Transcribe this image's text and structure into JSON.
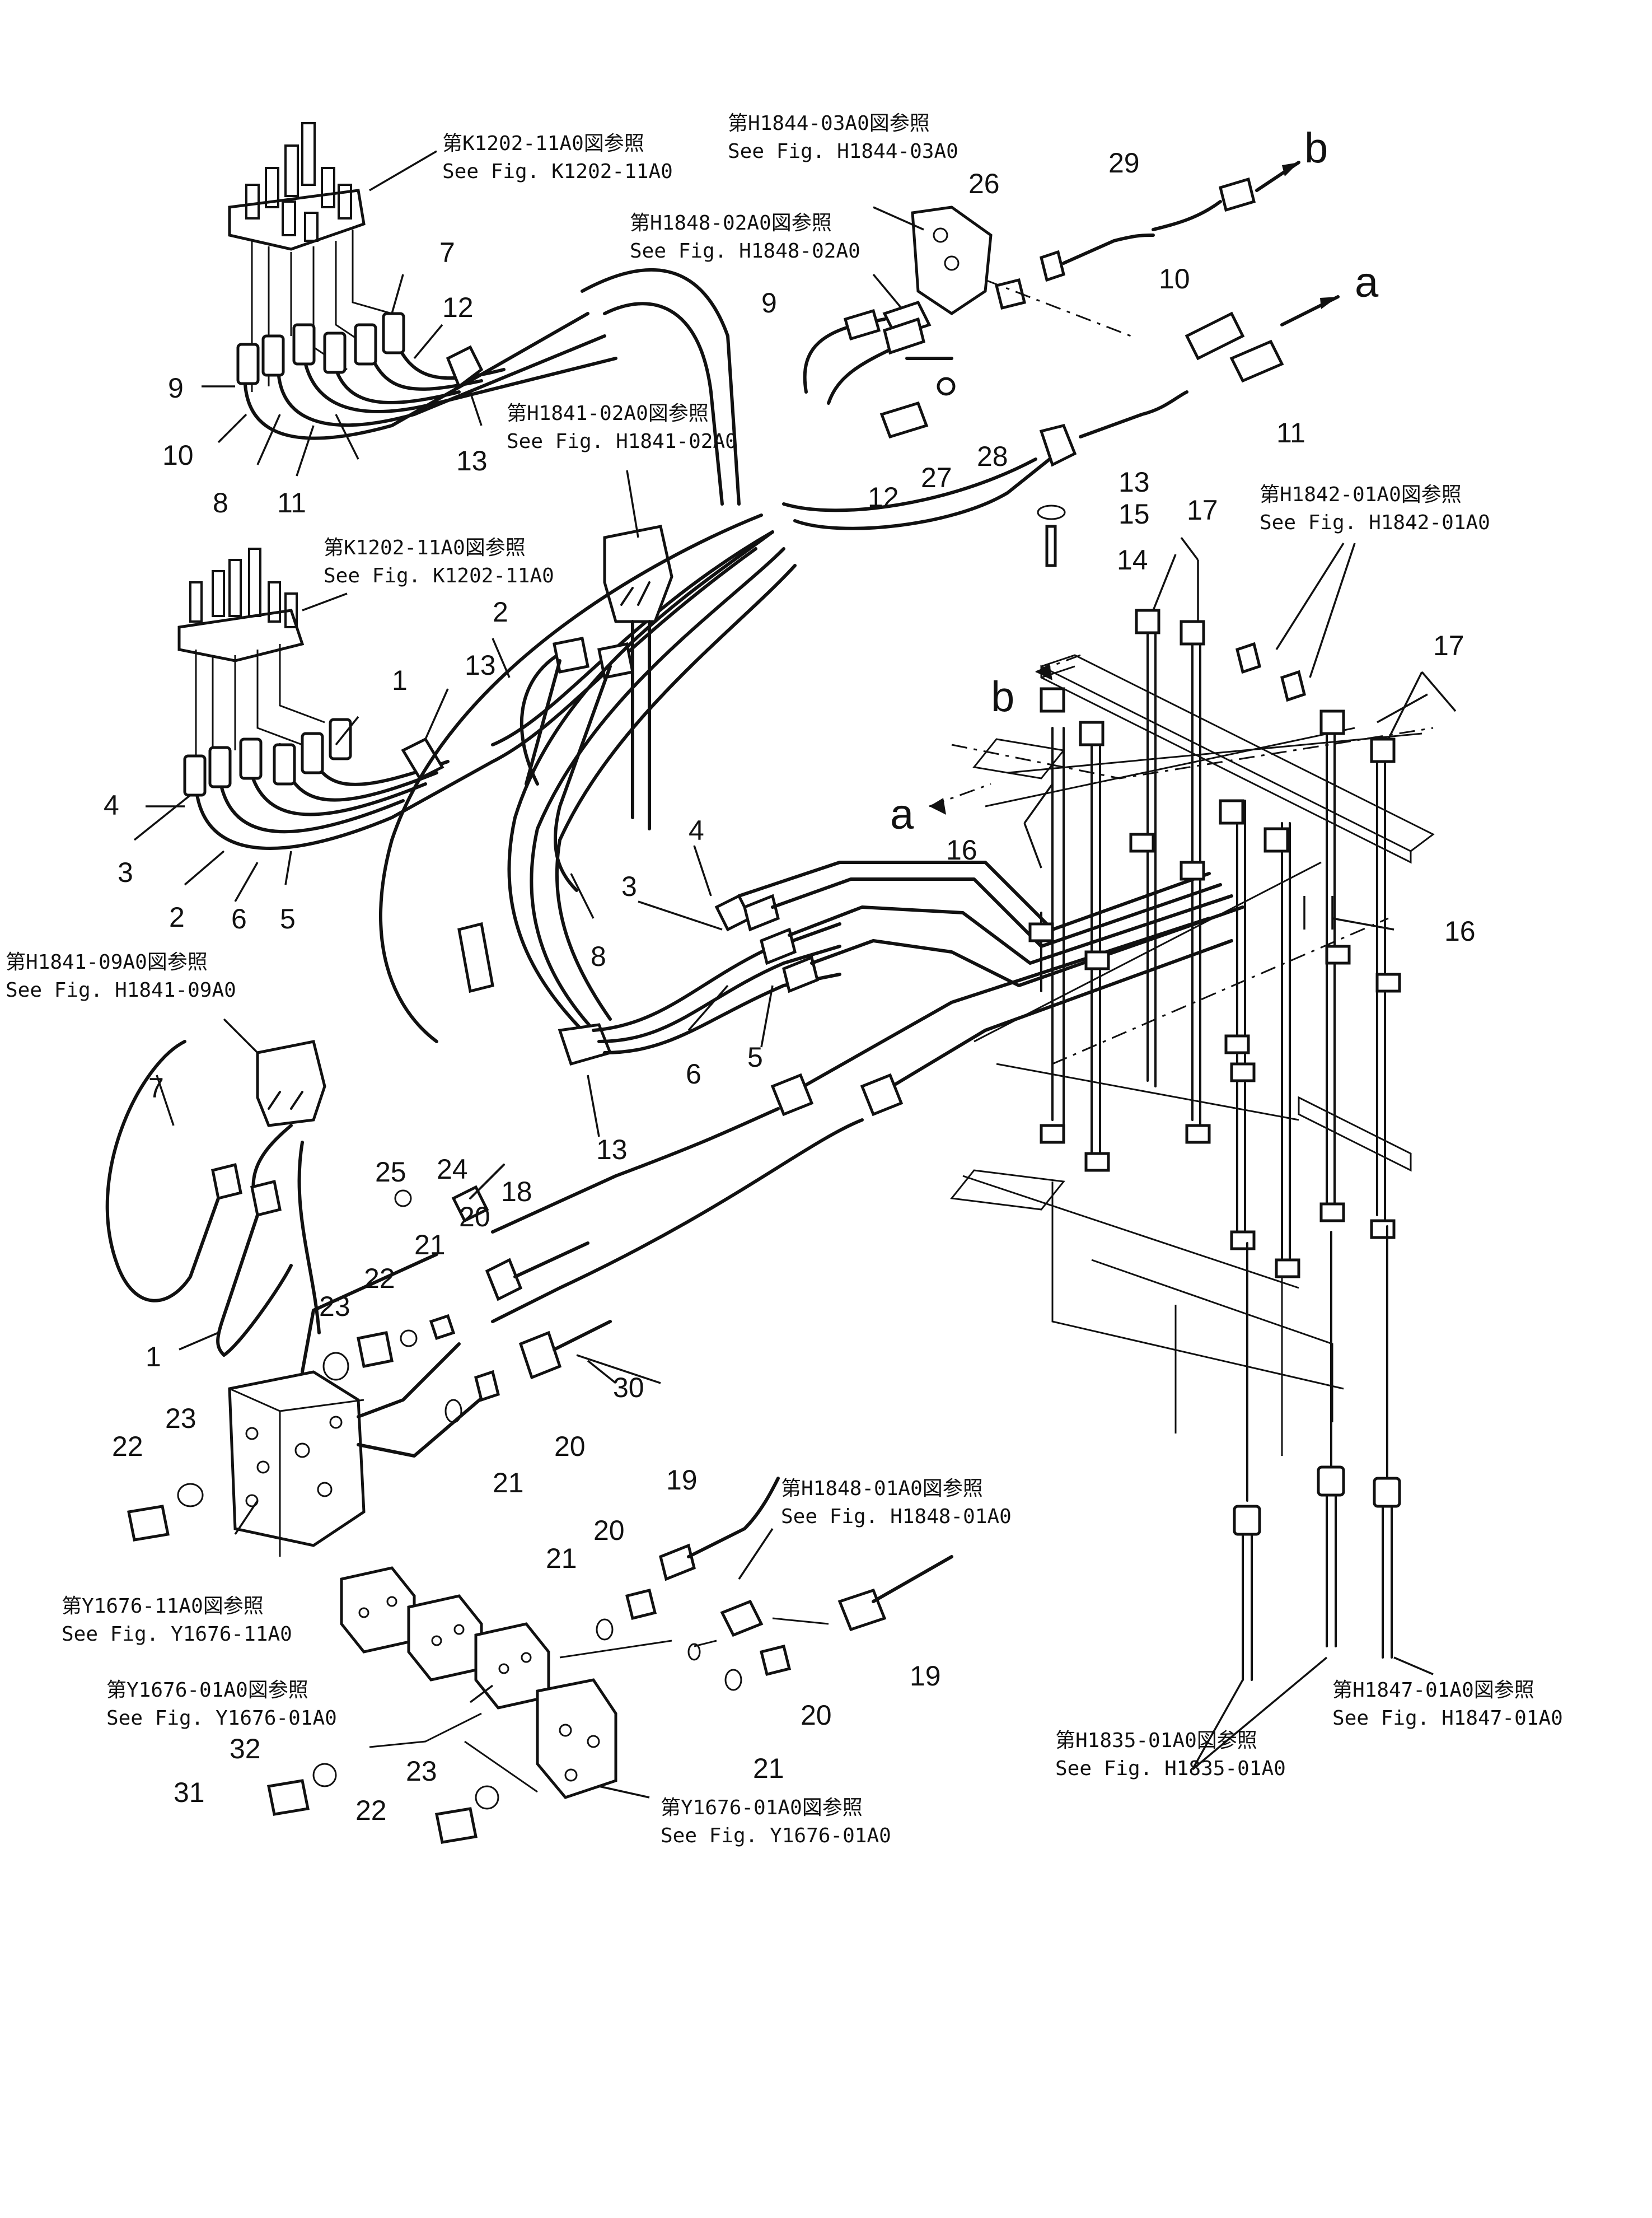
{
  "references": {
    "k1202_top": {
      "jp": "第K1202-11A0図参照",
      "en": "See  Fig. K1202-11A0"
    },
    "h1844": {
      "jp": "第H1844-03A0図参照",
      "en": "See  Fig. H1844-03A0"
    },
    "h1848_02": {
      "jp": "第H1848-02A0図参照",
      "en": "See  Fig. H1848-02A0"
    },
    "h1841_02": {
      "jp": "第H1841-02A0図参照",
      "en": "See  Fig. H1841-02A0"
    },
    "k1202_mid": {
      "jp": "第K1202-11A0図参照",
      "en": "See  Fig. K1202-11A0"
    },
    "h1842": {
      "jp": "第H1842-01A0図参照",
      "en": "See  Fig. H1842-01A0"
    },
    "h1841_09": {
      "jp": "第H1841-09A0図参照",
      "en": "See  Fig. H1841-09A0"
    },
    "h1848_01": {
      "jp": "第H1848-01A0図参照",
      "en": "See  Fig. H1848-01A0"
    },
    "y1676_11": {
      "jp": "第Y1676-11A0図参照",
      "en": "See  Fig. Y1676-11A0"
    },
    "y1676_01a": {
      "jp": "第Y1676-01A0図参照",
      "en": "See  Fig. Y1676-01A0"
    },
    "y1676_01b": {
      "jp": "第Y1676-01A0図参照",
      "en": "See  Fig. Y1676-01A0"
    },
    "h1835": {
      "jp": "第H1835-01A0図参照",
      "en": "See  Fig. H1835-01A0"
    },
    "h1847": {
      "jp": "第H1847-01A0図参照",
      "en": "See  Fig. H1847-01A0"
    }
  },
  "arrow_labels": {
    "a": "a",
    "b": "b"
  },
  "part_numbers": {
    "p1": "1",
    "p2": "2",
    "p3": "3",
    "p4": "4",
    "p5": "5",
    "p6": "6",
    "p7": "7",
    "p8": "8",
    "p9": "9",
    "p10": "10",
    "p11": "11",
    "p12": "12",
    "p13": "13",
    "p14": "14",
    "p15": "15",
    "p16": "16",
    "p17": "17",
    "p18": "18",
    "p19": "19",
    "p20": "20",
    "p21": "21",
    "p22": "22",
    "p23": "23",
    "p24": "24",
    "p25": "25",
    "p26": "26",
    "p27": "27",
    "p28": "28",
    "p29": "29",
    "p30": "30",
    "p31": "31",
    "p32": "32"
  }
}
